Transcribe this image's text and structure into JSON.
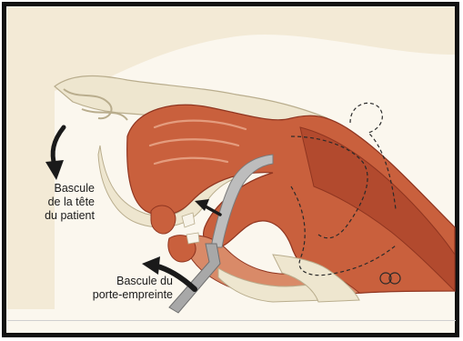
{
  "labels": {
    "head_tilt": [
      "Bascule",
      "de la tête",
      "du patient"
    ],
    "tray_tilt": [
      "Bascule du",
      "porte-empreinte"
    ]
  },
  "colors": {
    "tissue_dark": "#b24a2e",
    "tissue_mid": "#c9603d",
    "tissue_light": "#d98a68",
    "bone": "#eee6cf",
    "bone_outline": "#b9ad8d",
    "arrow": "#1a1a1a",
    "tray": "#9a9a9a"
  }
}
